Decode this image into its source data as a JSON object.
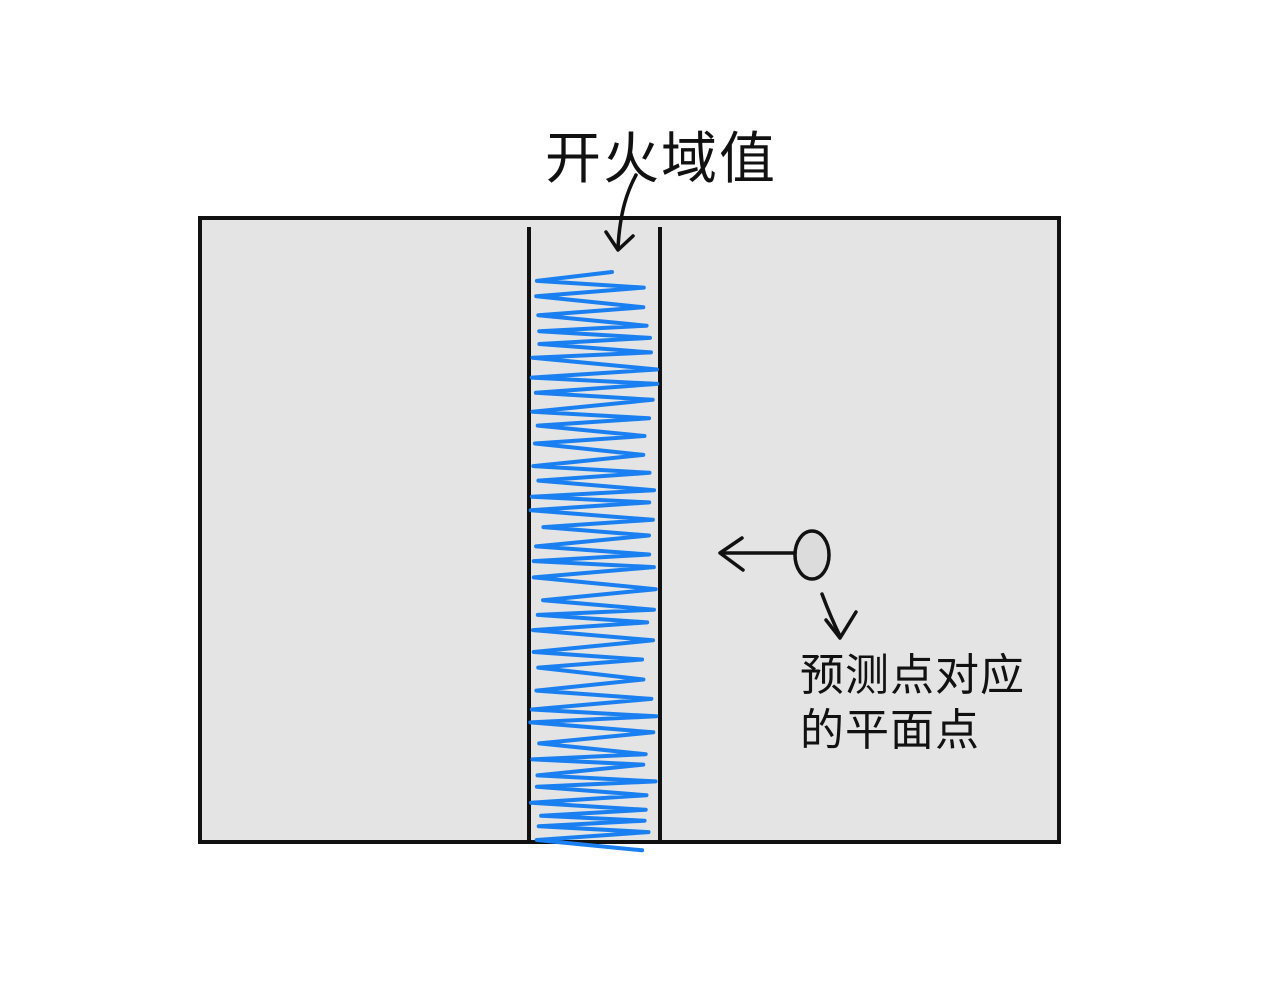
{
  "labels": {
    "threshold": "开火域值",
    "predict_line1": "预测点对应",
    "predict_line2": "的平面点"
  },
  "colors": {
    "background": "#ffffff",
    "panel_fill": "#e4e4e4",
    "stroke": "#111111",
    "scribble": "#1a7ff0",
    "point_fill": "#dcdcdc"
  },
  "icons": {
    "threshold_arrow": "curved-arrow-down-icon",
    "direction_arrow": "arrow-left-icon",
    "label_arrow": "arrow-down-icon"
  }
}
